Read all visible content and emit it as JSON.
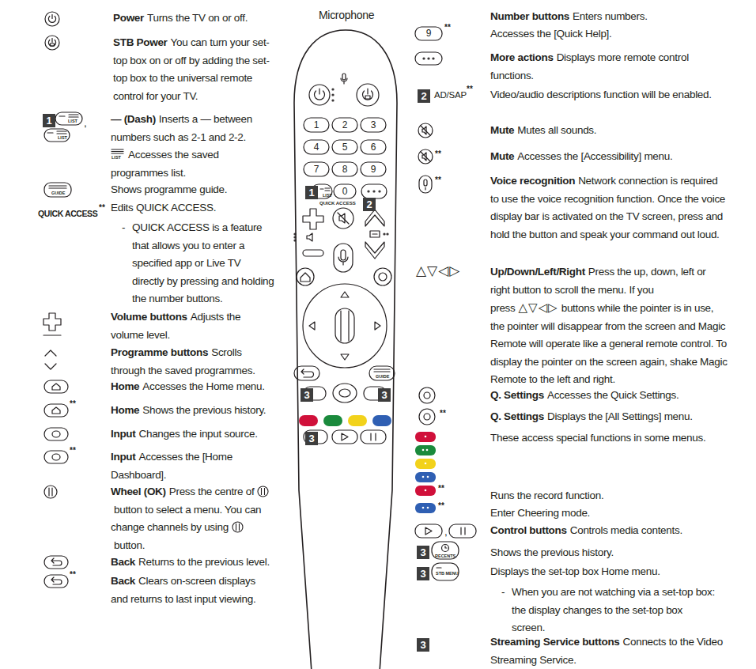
{
  "diagram": {
    "labels": [
      "Microphone",
      "Power",
      "Turns the TV on or off.",
      "STB Power",
      "You can turn your set-top box on or off by adding the set-top box to the universal remote control for your TV.",
      "1",
      ",",
      "— (Dash)",
      "Inserts a — between numbers such as 2-1 and 2-2.",
      "LIST",
      "Accesses the saved programmes list.",
      "LIST",
      "LIST",
      "GUIDE",
      "Shows programme guide.",
      "QUICK ACCESS",
      "**",
      "Edits QUICK ACCESS.",
      "-",
      "QUICK ACCESS is a feature that allows you to enter a specified app or Live TV directly by pressing and holding the number buttons.",
      "Volume buttons",
      "Adjusts the volume level.",
      "Programme buttons",
      "Scrolls through the saved programmes.",
      "Home",
      "Accesses the Home menu.",
      "**",
      "Home",
      "Shows the previous history.",
      "Input",
      "Changes the input source.",
      "**",
      "Input",
      "Accesses the [Home Dashboard].",
      "Wheel (OK)",
      "Press the centre of",
      "button to select a menu. You can change channels by using",
      "button.",
      "Back",
      "Returns to the previous level.",
      "**",
      "Back",
      "Clears on-screen displays and returns to last input viewing.",
      "1",
      "2",
      "3",
      "4",
      "5",
      "6",
      "7",
      "8",
      "9",
      "1",
      "LIST",
      "0",
      "QUICK ACCESS",
      "2",
      "GUIDE",
      "3",
      "3",
      "3",
      "9",
      "**",
      "Number buttons",
      "Enters numbers.",
      "Accesses the [Quick Help].",
      "More actions",
      "Displays more remote control functions.",
      "2",
      "AD/SAP",
      "**",
      "Video/audio descriptions function will be enabled.",
      "Mute",
      "Mutes all sounds.",
      "**",
      "Mute",
      "Accesses the [Accessibility] menu.",
      "**",
      "Voice recognition",
      "Network connection is required to use the voice recognition function. Once the voice display bar is activated on the TV screen, press and hold the button and speak your command out loud.",
      "△▽◁▷",
      "Up/Down/Left/Right",
      "Press the up, down, left or right button to scroll the menu. If you press",
      "△▽◁▷",
      "buttons while the pointer is in use, the pointer will disappear from the screen and Magic Remote will operate like a general remote control. To display the pointer on the screen again, shake Magic Remote to the left and right.",
      "Q. Settings",
      "Accesses the Quick Settings.",
      "**",
      "Q. Settings",
      "Displays the [All Settings] menu.",
      "These access special functions in some menus.",
      "**",
      "Runs the record function.",
      "**",
      "Enter Cheering mode.",
      ",",
      "Control buttons",
      "Controls media contents.",
      "3",
      "RECENTS",
      "Shows the previous history.",
      "3",
      "STB MENU",
      "Displays the set-top box Home menu.",
      "-",
      "When you are not watching via a set-top box: the display changes to the set-top box screen.",
      "3",
      "Streaming Service buttons",
      "Connects to the Video Streaming Service."
    ]
  }
}
